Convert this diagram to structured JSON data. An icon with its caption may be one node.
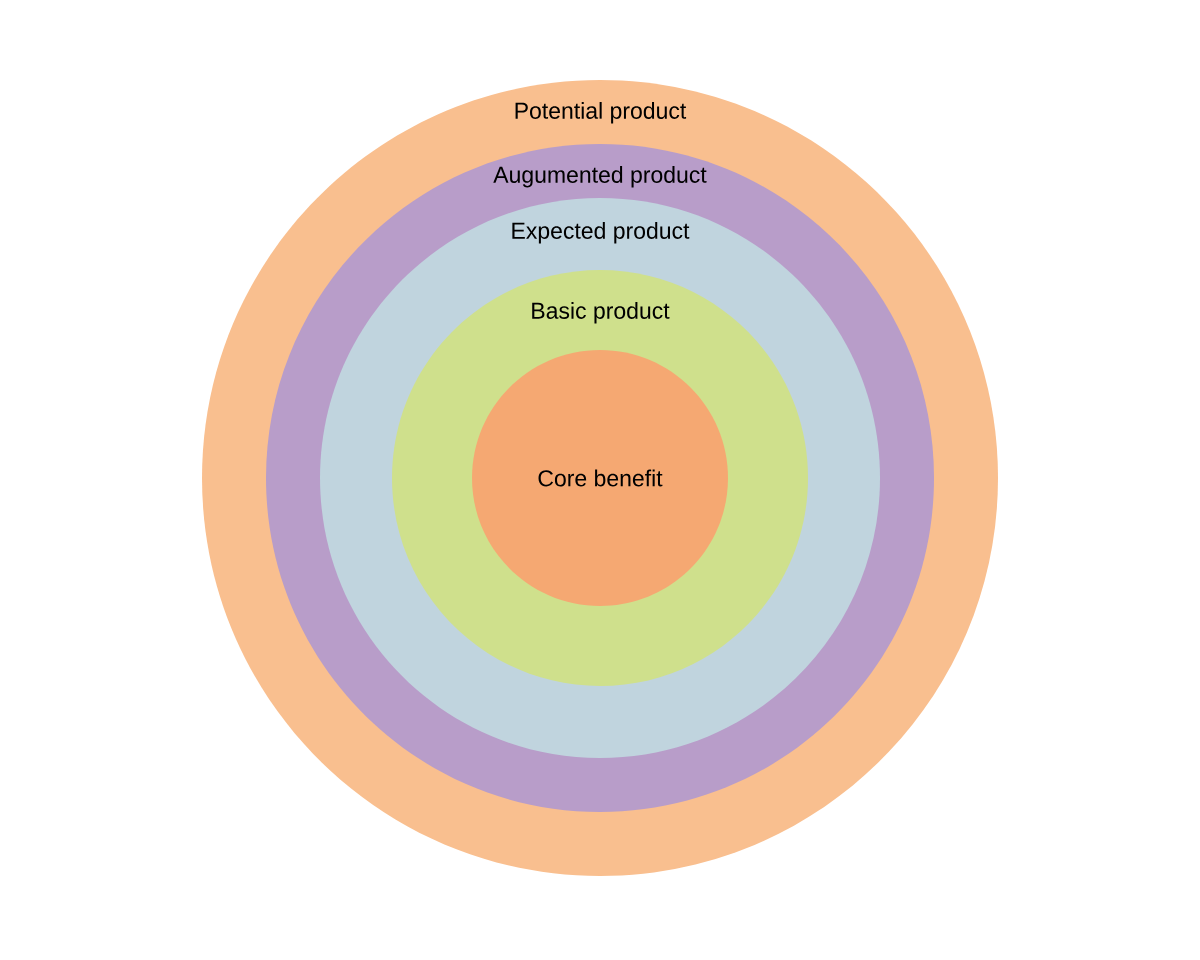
{
  "diagram": {
    "nodes": [
      {
        "text": [
          "Potential product"
        ]
      },
      {
        "text": [
          "Augumented product"
        ],
        "in": 0
      },
      {
        "text": [
          "Expected product"
        ],
        "in": 1
      },
      {
        "text": [
          "Basic product"
        ],
        "in": 2
      },
      {
        "text": [
          "Core benefit"
        ],
        "in": 3
      }
    ]
  }
}
